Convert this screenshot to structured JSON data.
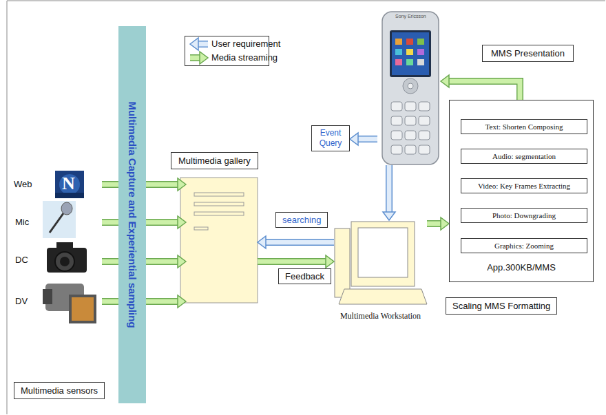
{
  "diagram": {
    "nodes": [
      {
        "text": [
          "Multimedia Capture and Experiential sampling"
        ]
      },
      {
        "text": [
          "Multimedia gallery"
        ]
      },
      {
        "text": [
          "MMS Presentation"
        ]
      },
      {
        "text": [
          "Multimedia Workstation"
        ]
      },
      {
        "text": [
          "App.300KB/MMS"
        ]
      },
      {
        "text": [
          "Text: Shorten Composing"
        ],
        "in": 4
      },
      {
        "text": [
          "Audio: segmentation"
        ],
        "in": 4
      },
      {
        "text": [
          "Video: Key Frames Extracting"
        ],
        "in": 4
      },
      {
        "text": [
          "Photo: Downgrading"
        ],
        "in": 4
      },
      {
        "text": [
          "Graphics: Zooming"
        ],
        "in": 4
      },
      {
        "text": [
          "Scaling MMS Formatting"
        ]
      },
      {
        "text": [
          "Multimedia sensors"
        ]
      }
    ],
    "edges": [
      {
        "from": 3,
        "to": 1,
        "label": "searching",
        "arrow": "to"
      },
      {
        "from": 1,
        "to": 3,
        "label": "Feedback",
        "arrow": "to"
      },
      {
        "from": 3,
        "to": 4,
        "arrow": "to"
      },
      {
        "from": 4,
        "to": 2,
        "arrow": "to"
      },
      {
        "from": 2,
        "to": 3,
        "arrow": "to"
      }
    ],
    "labels": [
      "Web",
      "Mic",
      "DC",
      "DV",
      "N",
      "Event Query",
      "Sony Ericsson"
    ],
    "legend": [
      {
        "text": "User requirement"
      },
      {
        "text": "Media streaming"
      }
    ]
  }
}
